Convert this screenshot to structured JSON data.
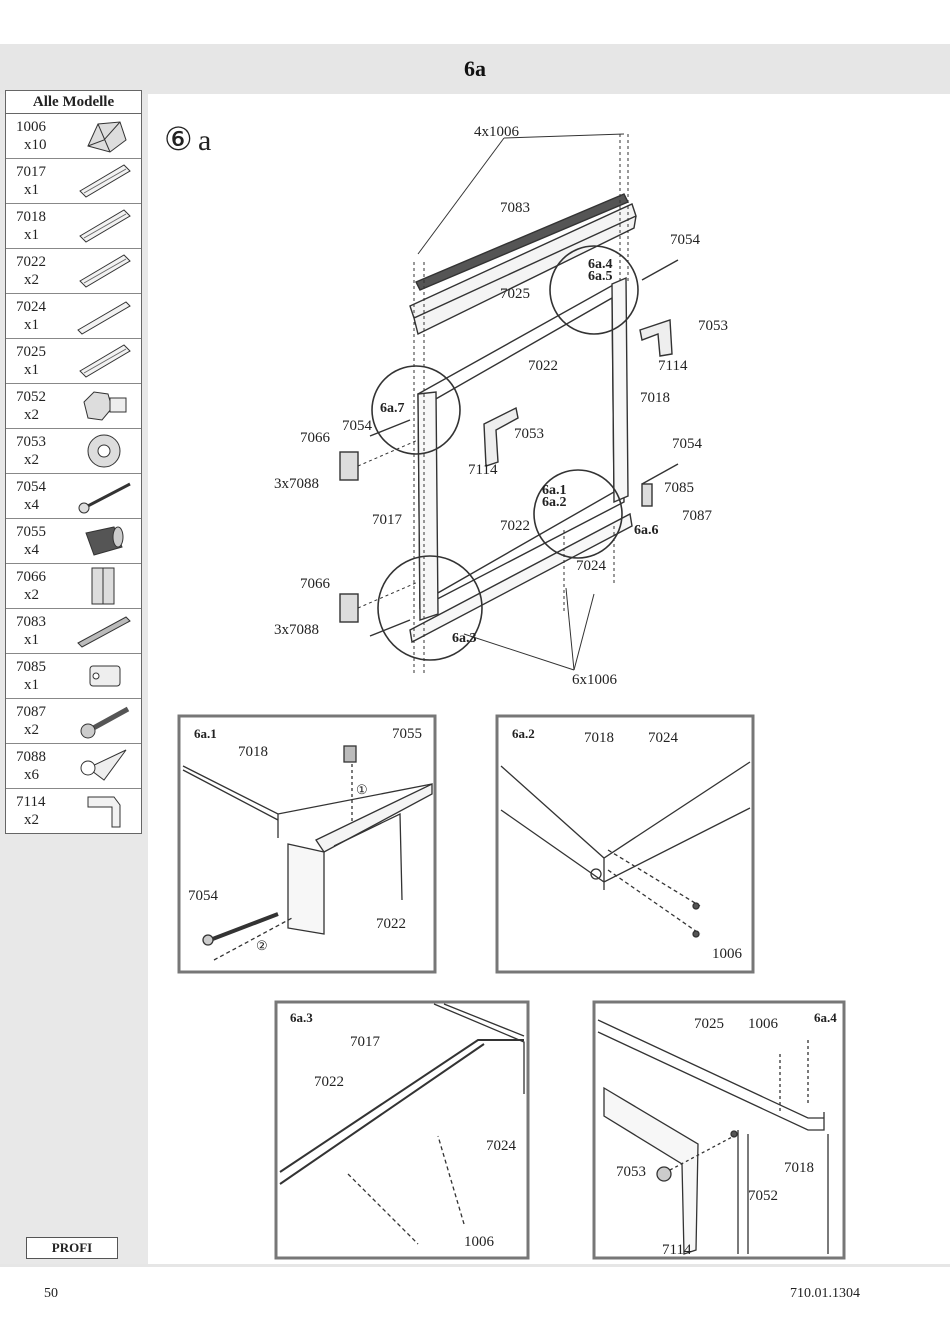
{
  "header": {
    "title": "6a"
  },
  "sidebar": {
    "heading": "Alle Modelle",
    "parts": [
      {
        "number": "1006",
        "qty": "x10",
        "icon": "screw-head-icon"
      },
      {
        "number": "7017",
        "qty": "x1",
        "icon": "profile-rail-icon"
      },
      {
        "number": "7018",
        "qty": "x1",
        "icon": "profile-rail-icon"
      },
      {
        "number": "7022",
        "qty": "x2",
        "icon": "profile-rail-icon"
      },
      {
        "number": "7024",
        "qty": "x1",
        "icon": "flat-profile-icon"
      },
      {
        "number": "7025",
        "qty": "x1",
        "icon": "profile-rail-icon"
      },
      {
        "number": "7052",
        "qty": "x2",
        "icon": "hex-nut-icon"
      },
      {
        "number": "7053",
        "qty": "x2",
        "icon": "flange-nut-icon"
      },
      {
        "number": "7054",
        "qty": "x4",
        "icon": "bolt-icon"
      },
      {
        "number": "7055",
        "qty": "x4",
        "icon": "sleeve-icon"
      },
      {
        "number": "7066",
        "qty": "x2",
        "icon": "hinge-icon"
      },
      {
        "number": "7083",
        "qty": "x1",
        "icon": "seal-strip-icon"
      },
      {
        "number": "7085",
        "qty": "x1",
        "icon": "latch-icon"
      },
      {
        "number": "7087",
        "qty": "x2",
        "icon": "wood-screw-icon"
      },
      {
        "number": "7088",
        "qty": "x6",
        "icon": "small-screw-icon"
      },
      {
        "number": "7114",
        "qty": "x2",
        "icon": "bracket-icon"
      }
    ],
    "badge": "PROFI"
  },
  "step": {
    "symbol": "⑥",
    "suffix": "a"
  },
  "main_labels": {
    "screws_top": "4x1006",
    "p7083": "7083",
    "p7054_top": "7054",
    "d64": "6a.4",
    "d65": "6a.5",
    "p7025": "7025",
    "p7053_top": "7053",
    "p7022_top": "7022",
    "p7114_top": "7114",
    "p7018": "7018",
    "d67": "6a.7",
    "p7054_left": "7054",
    "p7066_top": "7066",
    "p7053_mid": "7053",
    "p7054_right": "7054",
    "p7114_mid": "7114",
    "p3x7088_top": "3x7088",
    "d61": "6a.1",
    "d62": "6a.2",
    "p7085": "7085",
    "p7017": "7017",
    "p7087": "7087",
    "p7022_mid": "7022",
    "d66": "6a.6",
    "p7024": "7024",
    "p7066_bot": "7066",
    "p3x7088_bot": "3x7088",
    "d63": "6a.3",
    "screws_bottom": "6x1006"
  },
  "detail_1": {
    "tag": "6a.1",
    "l7018": "7018",
    "l7055": "7055",
    "step1": "①",
    "l7054": "7054",
    "step2": "②",
    "l7022": "7022"
  },
  "detail_2": {
    "tag": "6a.2",
    "l7018": "7018",
    "l7024": "7024",
    "l1006": "1006"
  },
  "detail_3": {
    "tag": "6a.3",
    "l7017": "7017",
    "l7022": "7022",
    "l7024": "7024",
    "l1006": "1006"
  },
  "detail_4": {
    "tag": "6a.4",
    "l7025": "7025",
    "l1006": "1006",
    "l7018": "7018",
    "l7053": "7053",
    "l7052": "7052",
    "l7114": "7114"
  },
  "footer": {
    "page": "50",
    "doc": "710.01.1304"
  }
}
